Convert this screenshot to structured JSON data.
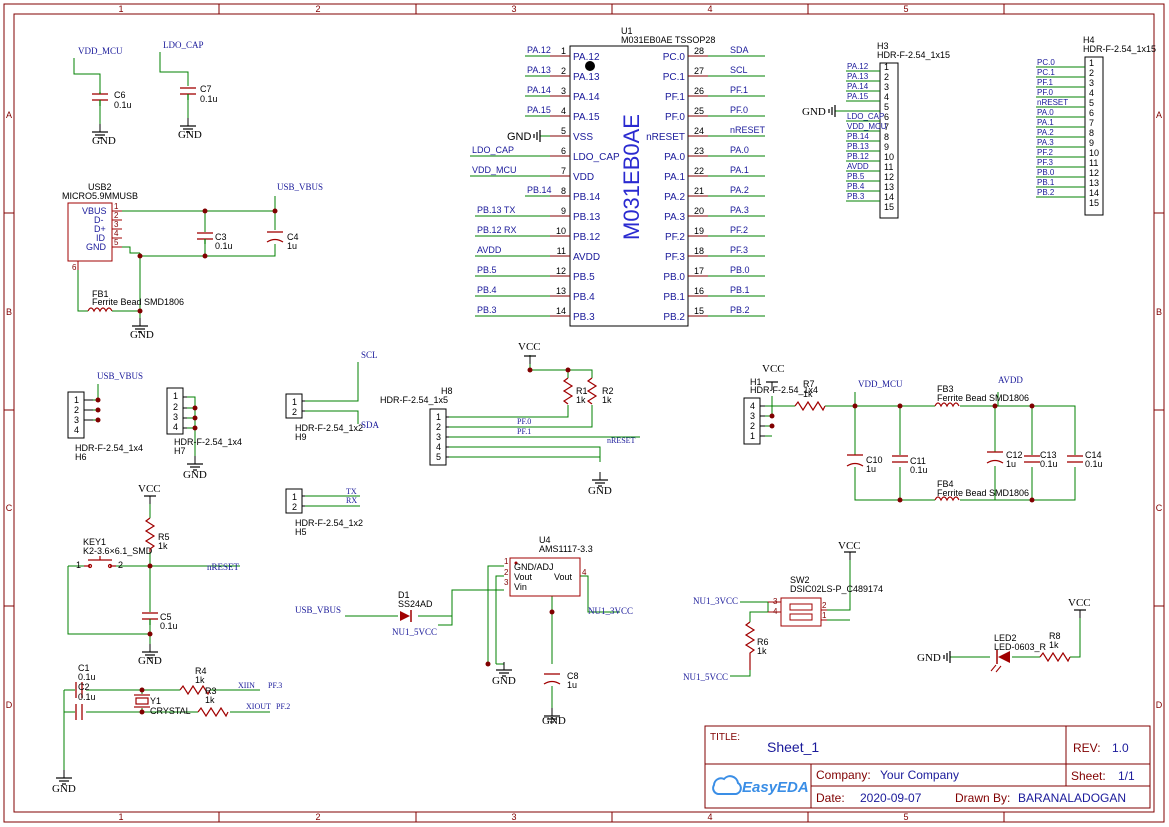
{
  "frame": {
    "cols": [
      "1",
      "2",
      "3",
      "4",
      "5"
    ],
    "rows": [
      "A",
      "B",
      "C",
      "D"
    ]
  },
  "title_block": {
    "title_label": "TITLE:",
    "title": "Sheet_1",
    "rev_label": "REV:",
    "rev": "1.0",
    "company_label": "Company:",
    "company": "Your Company",
    "sheet_label": "Sheet:",
    "sheet": "1/1",
    "date_label": "Date:",
    "date": "2020-09-07",
    "drawn_label": "Drawn By:",
    "drawn_by": "BARANALADOGAN",
    "logo": "EasyEDA"
  },
  "u1": {
    "ref": "U1",
    "part": "M031EB0AE TSSOP28",
    "body": "M031EB0AE",
    "left_pins": [
      {
        "num": "1",
        "name": "PA.12",
        "net": "PA.12"
      },
      {
        "num": "2",
        "name": "PA.13",
        "net": "PA.13"
      },
      {
        "num": "3",
        "name": "PA.14",
        "net": "PA.14"
      },
      {
        "num": "4",
        "name": "PA.15",
        "net": "PA.15"
      },
      {
        "num": "5",
        "name": "VSS",
        "net": "GND"
      },
      {
        "num": "6",
        "name": "LDO_CAP",
        "net": "LDO_CAP"
      },
      {
        "num": "7",
        "name": "VDD",
        "net": "VDD_MCU"
      },
      {
        "num": "8",
        "name": "PB.14",
        "net": "PB.14"
      },
      {
        "num": "9",
        "name": "PB.13",
        "net": "PB.13   TX"
      },
      {
        "num": "10",
        "name": "PB.12",
        "net": "PB.12   RX"
      },
      {
        "num": "11",
        "name": "AVDD",
        "net": "AVDD"
      },
      {
        "num": "12",
        "name": "PB.5",
        "net": "PB.5"
      },
      {
        "num": "13",
        "name": "PB.4",
        "net": "PB.4"
      },
      {
        "num": "14",
        "name": "PB.3",
        "net": "PB.3"
      }
    ],
    "right_pins": [
      {
        "num": "28",
        "name": "PC.0",
        "net": "SDA"
      },
      {
        "num": "27",
        "name": "PC.1",
        "net": "SCL"
      },
      {
        "num": "26",
        "name": "PF.1",
        "net": "PF.1"
      },
      {
        "num": "25",
        "name": "PF.0",
        "net": "PF.0"
      },
      {
        "num": "24",
        "name": "nRESET",
        "net": "nRESET"
      },
      {
        "num": "23",
        "name": "PA.0",
        "net": "PA.0"
      },
      {
        "num": "22",
        "name": "PA.1",
        "net": "PA.1"
      },
      {
        "num": "21",
        "name": "PA.2",
        "net": "PA.2"
      },
      {
        "num": "20",
        "name": "PA.3",
        "net": "PA.3"
      },
      {
        "num": "19",
        "name": "PF.2",
        "net": "PF.2"
      },
      {
        "num": "18",
        "name": "PF.3",
        "net": "PF.3"
      },
      {
        "num": "17",
        "name": "PB.0",
        "net": "PB.0"
      },
      {
        "num": "16",
        "name": "PB.1",
        "net": "PB.1"
      },
      {
        "num": "15",
        "name": "PB.2",
        "net": "PB.2"
      }
    ]
  },
  "h3": {
    "ref": "H3",
    "part": "HDR-F-2.54_1x15",
    "nets": [
      "PA.12",
      "PA.13",
      "PA.14",
      "PA.15",
      "GND",
      "LDO_CAP",
      "VDD_MCU",
      "PB.14",
      "PB.13",
      "PB.12",
      "AVDD",
      "PB.5",
      "PB.4",
      "PB.3",
      ""
    ],
    "pins": [
      "1",
      "2",
      "3",
      "4",
      "5",
      "6",
      "7",
      "8",
      "9",
      "10",
      "11",
      "12",
      "13",
      "14",
      "15"
    ]
  },
  "h4": {
    "ref": "H4",
    "part": "HDR-F-2.54_1x15",
    "nets": [
      "PC.0",
      "PC.1",
      "PF.1",
      "PF.0",
      "nRESET",
      "PA.0",
      "PA.1",
      "PA.2",
      "PA.3",
      "PF.2",
      "PF.3",
      "PB.0",
      "PB.1",
      "PB.2",
      ""
    ],
    "pins": [
      "1",
      "2",
      "3",
      "4",
      "5",
      "6",
      "7",
      "8",
      "9",
      "10",
      "11",
      "12",
      "13",
      "14",
      "15"
    ]
  },
  "nets": {
    "vdd_mcu": "VDD_MCU",
    "ldo_cap": "LDO_CAP",
    "usb_vbus": "USB_VBUS",
    "gnd": "GND",
    "vcc": "VCC",
    "scl": "SCL",
    "sda": "SDA",
    "pf0": "PF.0",
    "pf1": "PF.1",
    "nreset": "nRESET",
    "tx": "TX",
    "rx": "RX",
    "avdd": "AVDD",
    "nu1_5vcc": "NU1_5VCC",
    "nu1_3vcc": "NU1_3VCC",
    "xiin": "XIIN",
    "pf3": "PF.3",
    "xiout": "XIOUT",
    "pf2": "PF.2"
  },
  "parts": {
    "c6": {
      "ref": "C6",
      "val": "0.1u"
    },
    "c7": {
      "ref": "C7",
      "val": "0.1u"
    },
    "usb2": {
      "ref": "USB2",
      "part": "MICRO5.9MMUSB",
      "pins": [
        "VBUS",
        "D-",
        "D+",
        "ID",
        "GND"
      ],
      "nums": [
        "1",
        "2",
        "3",
        "4",
        "5"
      ],
      "shield": "6"
    },
    "c3": {
      "ref": "C3",
      "val": "0.1u"
    },
    "c4": {
      "ref": "C4",
      "val": "1u"
    },
    "fb1": {
      "ref": "FB1",
      "val": "Ferrite Bead SMD1806"
    },
    "h6": {
      "ref": "H6",
      "part": "HDR-F-2.54_1x4",
      "pins": [
        "1",
        "2",
        "3",
        "4"
      ]
    },
    "h7": {
      "ref": "H7",
      "part": "HDR-F-2.54_1x4",
      "pins": [
        "1",
        "2",
        "3",
        "4"
      ]
    },
    "h9": {
      "ref": "H9",
      "part": "HDR-F-2.54_1x2",
      "pins": [
        "1",
        "2"
      ]
    },
    "h8": {
      "ref": "H8",
      "part": "HDR-F-2.54_1x5",
      "pins": [
        "1",
        "2",
        "3",
        "4",
        "5"
      ]
    },
    "r1": {
      "ref": "R1",
      "val": "1k"
    },
    "r2": {
      "ref": "R2",
      "val": "1k"
    },
    "h5": {
      "ref": "H5",
      "part": "HDR-F-2.54_1x2",
      "pins": [
        "1",
        "2"
      ]
    },
    "h1": {
      "ref": "H1",
      "part": "HDR-F-2.54_1x4",
      "pins": [
        "4",
        "3",
        "2",
        "1"
      ]
    },
    "r7": {
      "ref": "R7",
      "val": "1k"
    },
    "fb3": {
      "ref": "FB3",
      "val": "Ferrite Bead SMD1806"
    },
    "fb4": {
      "ref": "FB4",
      "val": "Ferrite Bead SMD1806"
    },
    "c10": {
      "ref": "C10",
      "val": "1u"
    },
    "c11": {
      "ref": "C11",
      "val": "0.1u"
    },
    "c12": {
      "ref": "C12",
      "val": "1u"
    },
    "c13": {
      "ref": "C13",
      "val": "0.1u"
    },
    "c14": {
      "ref": "C14",
      "val": "0.1u"
    },
    "key1": {
      "ref": "KEY1",
      "part": "K2-3.6×6.1_SMD",
      "p1": "1",
      "p2": "2"
    },
    "r5": {
      "ref": "R5",
      "val": "1k"
    },
    "c5": {
      "ref": "C5",
      "val": "0.1u"
    },
    "u4": {
      "ref": "U4",
      "part": "AMS1117-3.3",
      "gnd": "GND/ADJ",
      "vout": "Vout",
      "vout2": "Vout",
      "vin": "Vin",
      "p1": "1",
      "p2": "2",
      "p3": "3",
      "p4": "4"
    },
    "d1": {
      "ref": "D1",
      "part": "SS24AD"
    },
    "c8": {
      "ref": "C8",
      "val": "1u"
    },
    "sw2": {
      "ref": "SW2",
      "part": "DSIC02LS-P_C489174",
      "p1": "1",
      "p2": "2",
      "p3": "3",
      "p4": "4"
    },
    "r6": {
      "ref": "R6",
      "val": "1k"
    },
    "led2": {
      "ref": "LED2",
      "part": "LED-0603_R"
    },
    "r8": {
      "ref": "R8",
      "val": "1k"
    },
    "c1": {
      "ref": "C1",
      "val": "0.1u"
    },
    "c2": {
      "ref": "C2",
      "val": "0.1u"
    },
    "r4": {
      "ref": "R4",
      "val": "1k"
    },
    "r3": {
      "ref": "R3",
      "val": "1k"
    },
    "y1": {
      "ref": "Y1",
      "val": "CRYSTAL"
    }
  },
  "colors": {
    "frame": "#800000",
    "wire": "#008000",
    "part": "#a00000",
    "net": "#1a1a9a",
    "ic_text": "#2a2ad0"
  }
}
